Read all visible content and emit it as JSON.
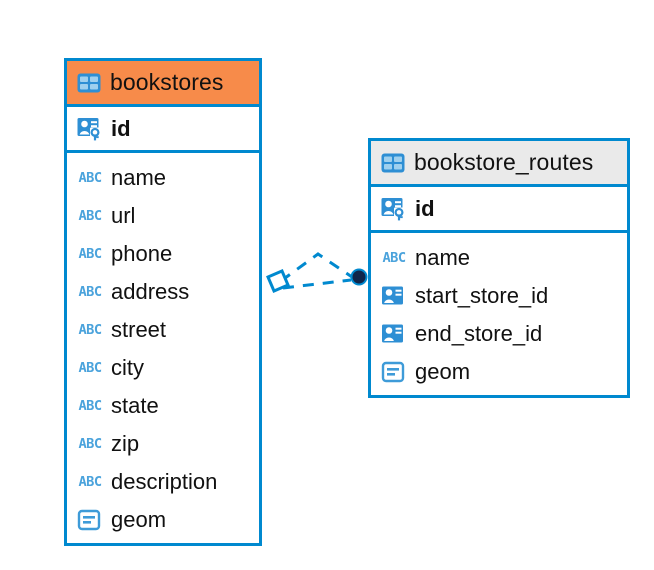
{
  "diagram": {
    "kind": "entity-relationship-diagram",
    "background": "#ffffff",
    "accent_color": "#0089CF",
    "selected_color": "#F78B4A",
    "unselected_header_color": "#EAEAEA"
  },
  "tables": [
    {
      "name": "bookstores",
      "selected": true,
      "header_icon": "table-icon",
      "primary_key": {
        "name": "id",
        "icon": "primary-key-icon"
      },
      "fields": [
        {
          "name": "name",
          "icon": "text-type-icon",
          "icon_label": "ABC"
        },
        {
          "name": "url",
          "icon": "text-type-icon",
          "icon_label": "ABC"
        },
        {
          "name": "phone",
          "icon": "text-type-icon",
          "icon_label": "ABC"
        },
        {
          "name": "address",
          "icon": "text-type-icon",
          "icon_label": "ABC"
        },
        {
          "name": "street",
          "icon": "text-type-icon",
          "icon_label": "ABC"
        },
        {
          "name": "city",
          "icon": "text-type-icon",
          "icon_label": "ABC"
        },
        {
          "name": "state",
          "icon": "text-type-icon",
          "icon_label": "ABC"
        },
        {
          "name": "zip",
          "icon": "text-type-icon",
          "icon_label": "ABC"
        },
        {
          "name": "description",
          "icon": "text-type-icon",
          "icon_label": "ABC"
        },
        {
          "name": "geom",
          "icon": "geometry-type-icon",
          "icon_label": ""
        }
      ]
    },
    {
      "name": "bookstore_routes",
      "selected": false,
      "header_icon": "table-icon",
      "primary_key": {
        "name": "id",
        "icon": "primary-key-icon"
      },
      "fields": [
        {
          "name": "name",
          "icon": "text-type-icon",
          "icon_label": "ABC"
        },
        {
          "name": "start_store_id",
          "icon": "foreign-key-icon",
          "icon_label": ""
        },
        {
          "name": "end_store_id",
          "icon": "foreign-key-icon",
          "icon_label": ""
        },
        {
          "name": "geom",
          "icon": "geometry-type-icon",
          "icon_label": ""
        }
      ]
    }
  ],
  "relationship": {
    "style": "dashed",
    "color": "#0089CF",
    "source_endpoint": "diamond-handle",
    "target_endpoint": "filled-circle-handle",
    "target_endpoint_color": "#10264A"
  }
}
